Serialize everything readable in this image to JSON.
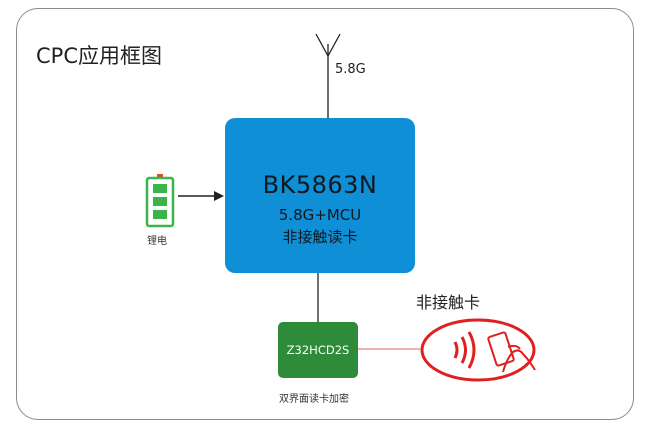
{
  "title": "CPC应用框图",
  "antenna": {
    "label": "5.8G"
  },
  "chip": {
    "name": "BK5863N",
    "line1": "5.8G+MCU",
    "line2": "非接触读卡"
  },
  "battery": {
    "label": "锂电"
  },
  "module": {
    "name": "Z32HCD2S",
    "caption": "双界面读卡加密"
  },
  "card": {
    "label": "非接触卡"
  },
  "colors": {
    "chip": "#0f8fd6",
    "module": "#2e8b3a",
    "card": "#e02020",
    "battery": "#39b54a"
  }
}
